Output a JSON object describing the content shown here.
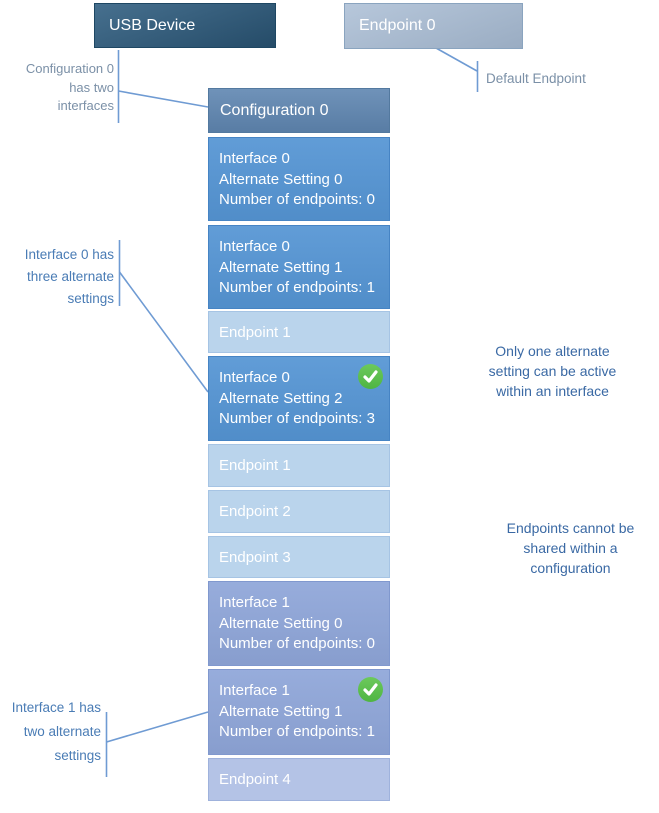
{
  "boxes": {
    "usb": "USB Device",
    "ep0": "Endpoint 0",
    "config0": "Configuration 0",
    "int0as0": {
      "l1": "Interface 0",
      "l2": "Alternate Setting 0",
      "l3": "Number of endpoints: 0"
    },
    "int0as1": {
      "l1": "Interface 0",
      "l2": "Alternate Setting 1",
      "l3": "Number of endpoints: 1"
    },
    "int0ep1": "Endpoint 1",
    "int0as2": {
      "l1": "Interface 0",
      "l2": "Alternate Setting 2",
      "l3": "Number of endpoints: 3"
    },
    "ep1": "Endpoint 1",
    "ep2": "Endpoint 2",
    "ep3": "Endpoint 3",
    "int1as0": {
      "l1": "Interface 1",
      "l2": "Alternate Setting 0",
      "l3": "Number of endpoints: 0"
    },
    "int1as1": {
      "l1": "Interface 1",
      "l2": "Alternate Setting 1",
      "l3": "Number of endpoints: 1"
    },
    "ep4": "Endpoint 4"
  },
  "annotations": {
    "config_note": {
      "l1": "Configuration 0",
      "l2": "has two",
      "l3": "interfaces"
    },
    "default_endpoint": "Default Endpoint",
    "int0_note": {
      "l1": "Interface 0 has",
      "l2": "three alternate",
      "l3": "settings"
    },
    "int1_note": {
      "l1": "Interface 1 has",
      "l2": "two alternate",
      "l3": "settings"
    },
    "alt_setting_note": {
      "l1": "Only one alternate",
      "l2": "setting can be active",
      "l3": "within an interface"
    },
    "endpoint_note": {
      "l1": "Endpoints cannot be",
      "l2": "shared within a",
      "l3": "configuration"
    }
  },
  "colors": {
    "usb_box": "#2d5c7f",
    "ep0_box": "#a7bbd3",
    "config_box": "#5f86b1",
    "interface0_box": "#5595d4",
    "interface1_box": "#8fa6d9",
    "endpoint_light_box": "#bad4ec",
    "endpoint4_box": "#b4c3e6",
    "check_green": "#4fb542",
    "connector_line": "#6f9bd3",
    "muted_note": "#7b90a7",
    "left_note": "#4a7cb5",
    "right_note": "#3a69a4"
  }
}
